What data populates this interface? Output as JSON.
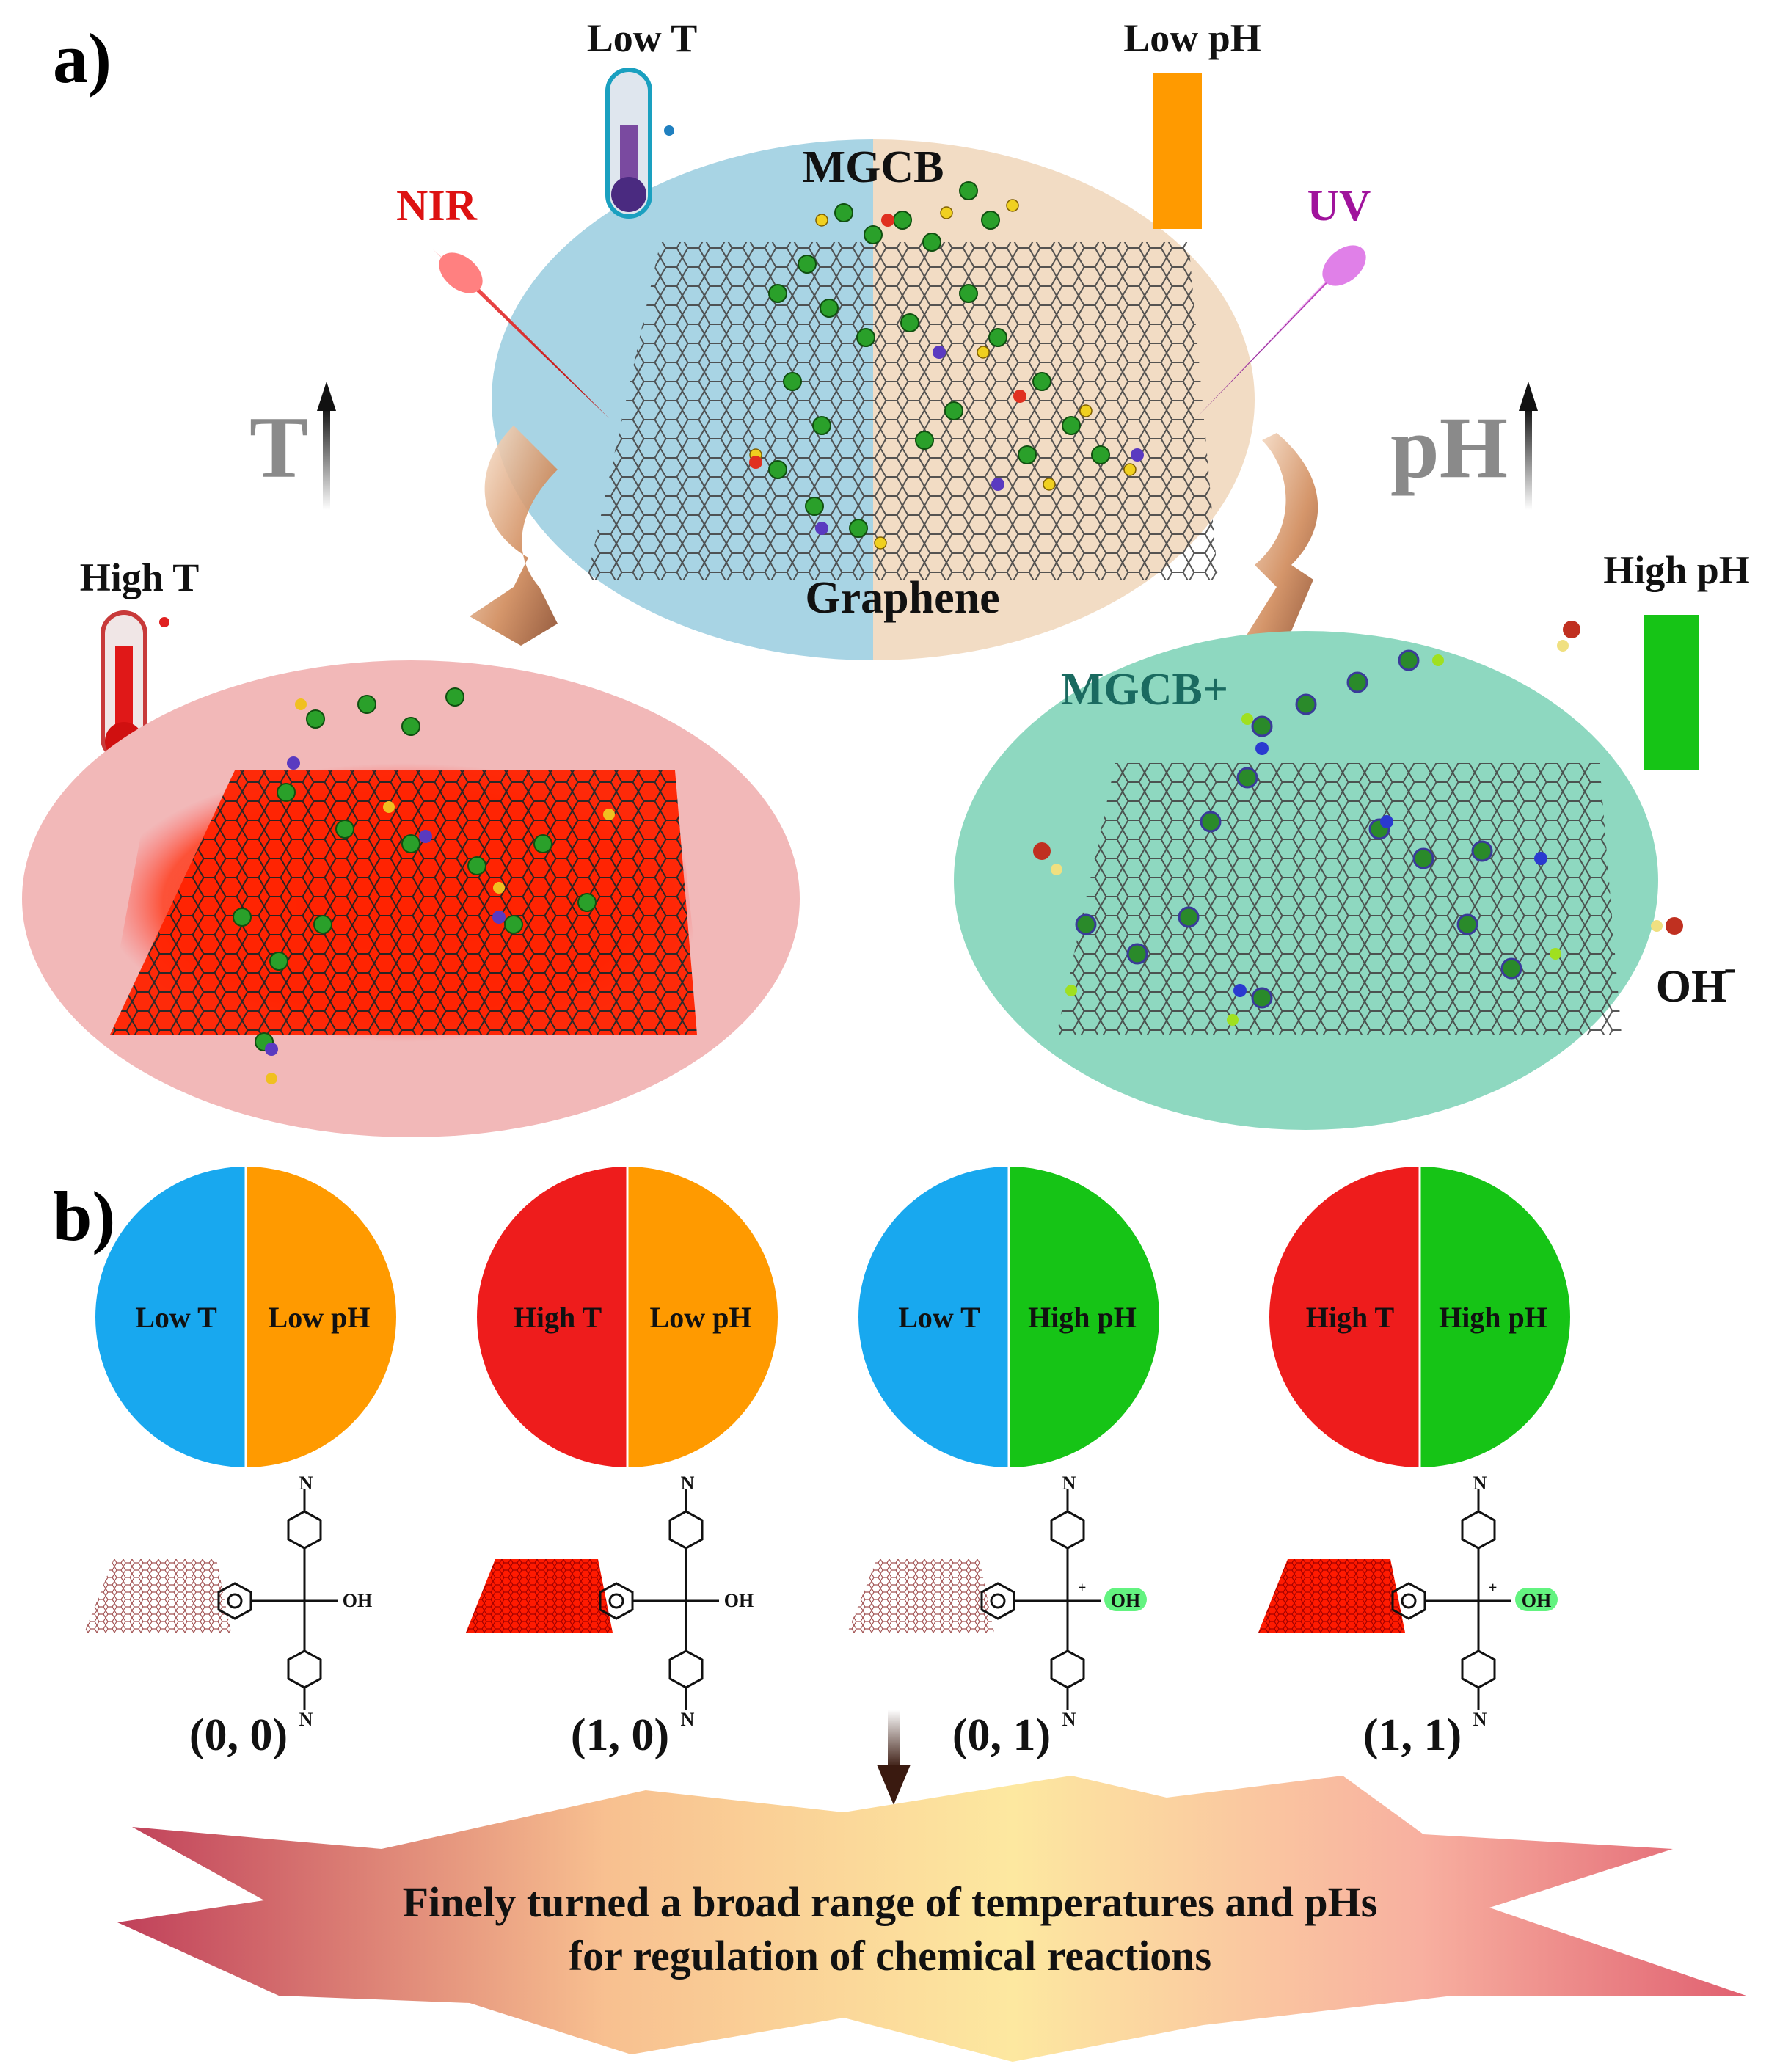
{
  "panel_a": {
    "label": "a)",
    "center_top_label": "MGCB",
    "center_bottom_label": "Graphene",
    "low_t_label": "Low T",
    "low_ph_label": "Low pH",
    "nir_label": "NIR",
    "uv_label": "UV",
    "t_arrow_label": "T",
    "ph_arrow_label": "pH",
    "high_t_label": "High T",
    "high_ph_label": "High pH",
    "mgcb_plus_label": "MGCB+",
    "oh_label": "OH",
    "oh_charge": "-",
    "colors": {
      "low_t": "#18a8ef",
      "low_ph": "#ff9a00",
      "high_t": "#ee1c1c",
      "high_ph": "#16c416",
      "nir": "#dd1111",
      "uv": "#a0139c"
    }
  },
  "panel_b": {
    "label": "b)",
    "states": [
      {
        "left": "Low T",
        "right": "Low pH",
        "code": "(0, 0)",
        "left_color": "#18a8ef",
        "right_color": "#ff9a00",
        "hot": false,
        "cation": false
      },
      {
        "left": "High T",
        "right": "Low pH",
        "code": "(1, 0)",
        "left_color": "#ee1c1c",
        "right_color": "#ff9a00",
        "hot": true,
        "cation": false
      },
      {
        "left": "Low T",
        "right": "High pH",
        "code": "(0, 1)",
        "left_color": "#18a8ef",
        "right_color": "#16c416",
        "hot": false,
        "cation": true
      },
      {
        "left": "High T",
        "right": "High pH",
        "code": "(1, 1)",
        "left_color": "#ee1c1c",
        "right_color": "#16c416",
        "hot": true,
        "cation": true
      }
    ],
    "molecule": {
      "amine": "N",
      "oh_neutral": "OH",
      "oh_anion": "OH",
      "cation_charge": "+"
    },
    "conclusion_line1": "Finely turned a broad range of temperatures and pHs",
    "conclusion_line2": "for regulation of chemical reactions"
  }
}
